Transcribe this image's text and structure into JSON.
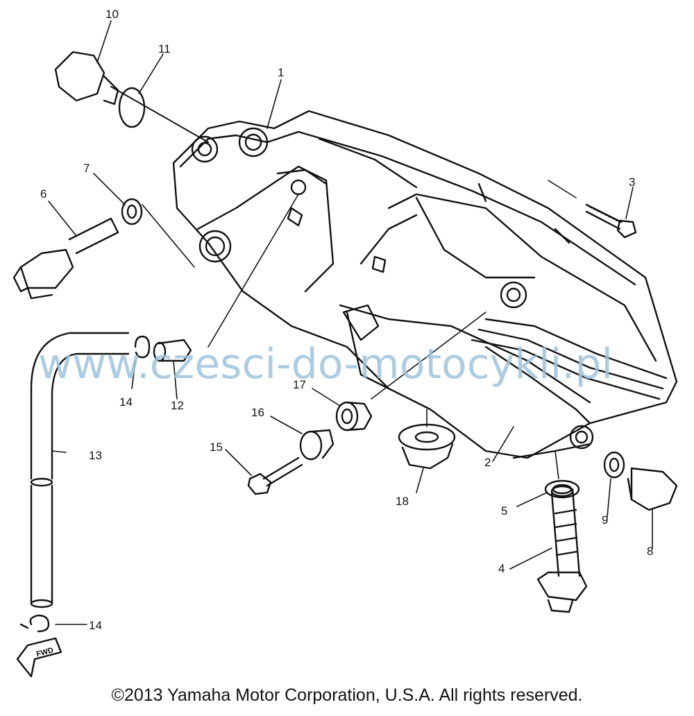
{
  "diagram": {
    "callouts": [
      "1",
      "2",
      "3",
      "4",
      "5",
      "6",
      "7",
      "8",
      "9",
      "10",
      "11",
      "12",
      "13",
      "14",
      "15",
      "16",
      "17",
      "18"
    ],
    "callout_14_second": "14",
    "watermark": "www.czesci-do-motocykli.pl",
    "fwd_label": "FWD",
    "copyright": "©2013 Yamaha Motor Corporation, U.S.A. All rights reserved."
  }
}
